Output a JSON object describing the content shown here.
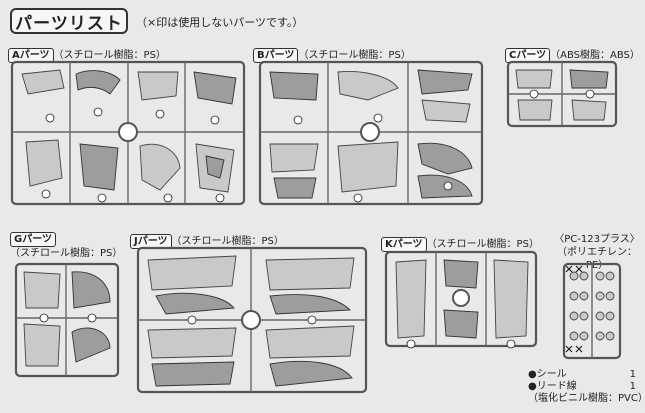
{
  "header": {
    "title": "パーツリスト",
    "note": "（×印は使用しないパーツです。）"
  },
  "parts": [
    {
      "name": "Aパーツ",
      "material": "（スチロール樹脂：PS）"
    },
    {
      "name": "Bパーツ",
      "material": "（スチロール樹脂：PS）"
    },
    {
      "name": "Cパーツ",
      "material": "（ABS樹脂：ABS）"
    },
    {
      "name": "Gパーツ",
      "material": "（スチロール樹脂：PS）"
    },
    {
      "name": "Jパーツ",
      "material": "（スチロール樹脂：PS）"
    },
    {
      "name": "Kパーツ",
      "material": "（スチロール樹脂：PS）"
    }
  ],
  "pc": {
    "title": "〈PC-123プラス〉",
    "material": "（ポリエチレン：PE）"
  },
  "legend": {
    "items": [
      {
        "label": "●シール",
        "count": "1"
      },
      {
        "label": "●リード線",
        "count": "1"
      }
    ],
    "note": "（塩化ビニル樹脂：PVC）"
  }
}
